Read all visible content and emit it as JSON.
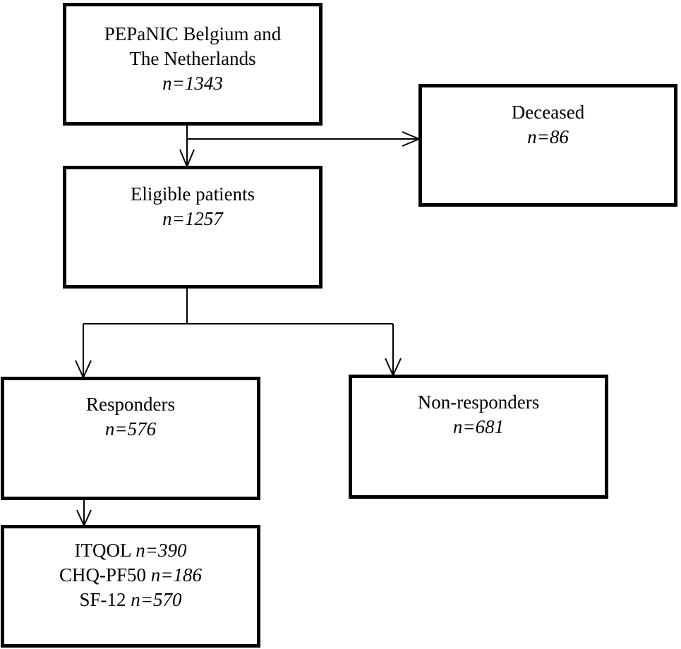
{
  "boxes": {
    "source": {
      "title_line1": "PEPaNIC Belgium and",
      "title_line2": "The Netherlands",
      "n": "n=1343"
    },
    "deceased": {
      "title": "Deceased",
      "n": "n=86"
    },
    "eligible": {
      "title": "Eligible patients",
      "n": "n=1257"
    },
    "responders": {
      "title": "Responders",
      "n": "n=576"
    },
    "nonresponders": {
      "title": "Non-responders",
      "n": "n=681"
    },
    "questionnaires": {
      "itqol_label": "ITQOL",
      "itqol_n": "n=390",
      "chq_label": "CHQ-PF50",
      "chq_n": "n=186",
      "sf12_label": "SF-12",
      "sf12_n": "n=570"
    }
  },
  "colors": {
    "line": "#000000",
    "background": "#ffffff"
  }
}
